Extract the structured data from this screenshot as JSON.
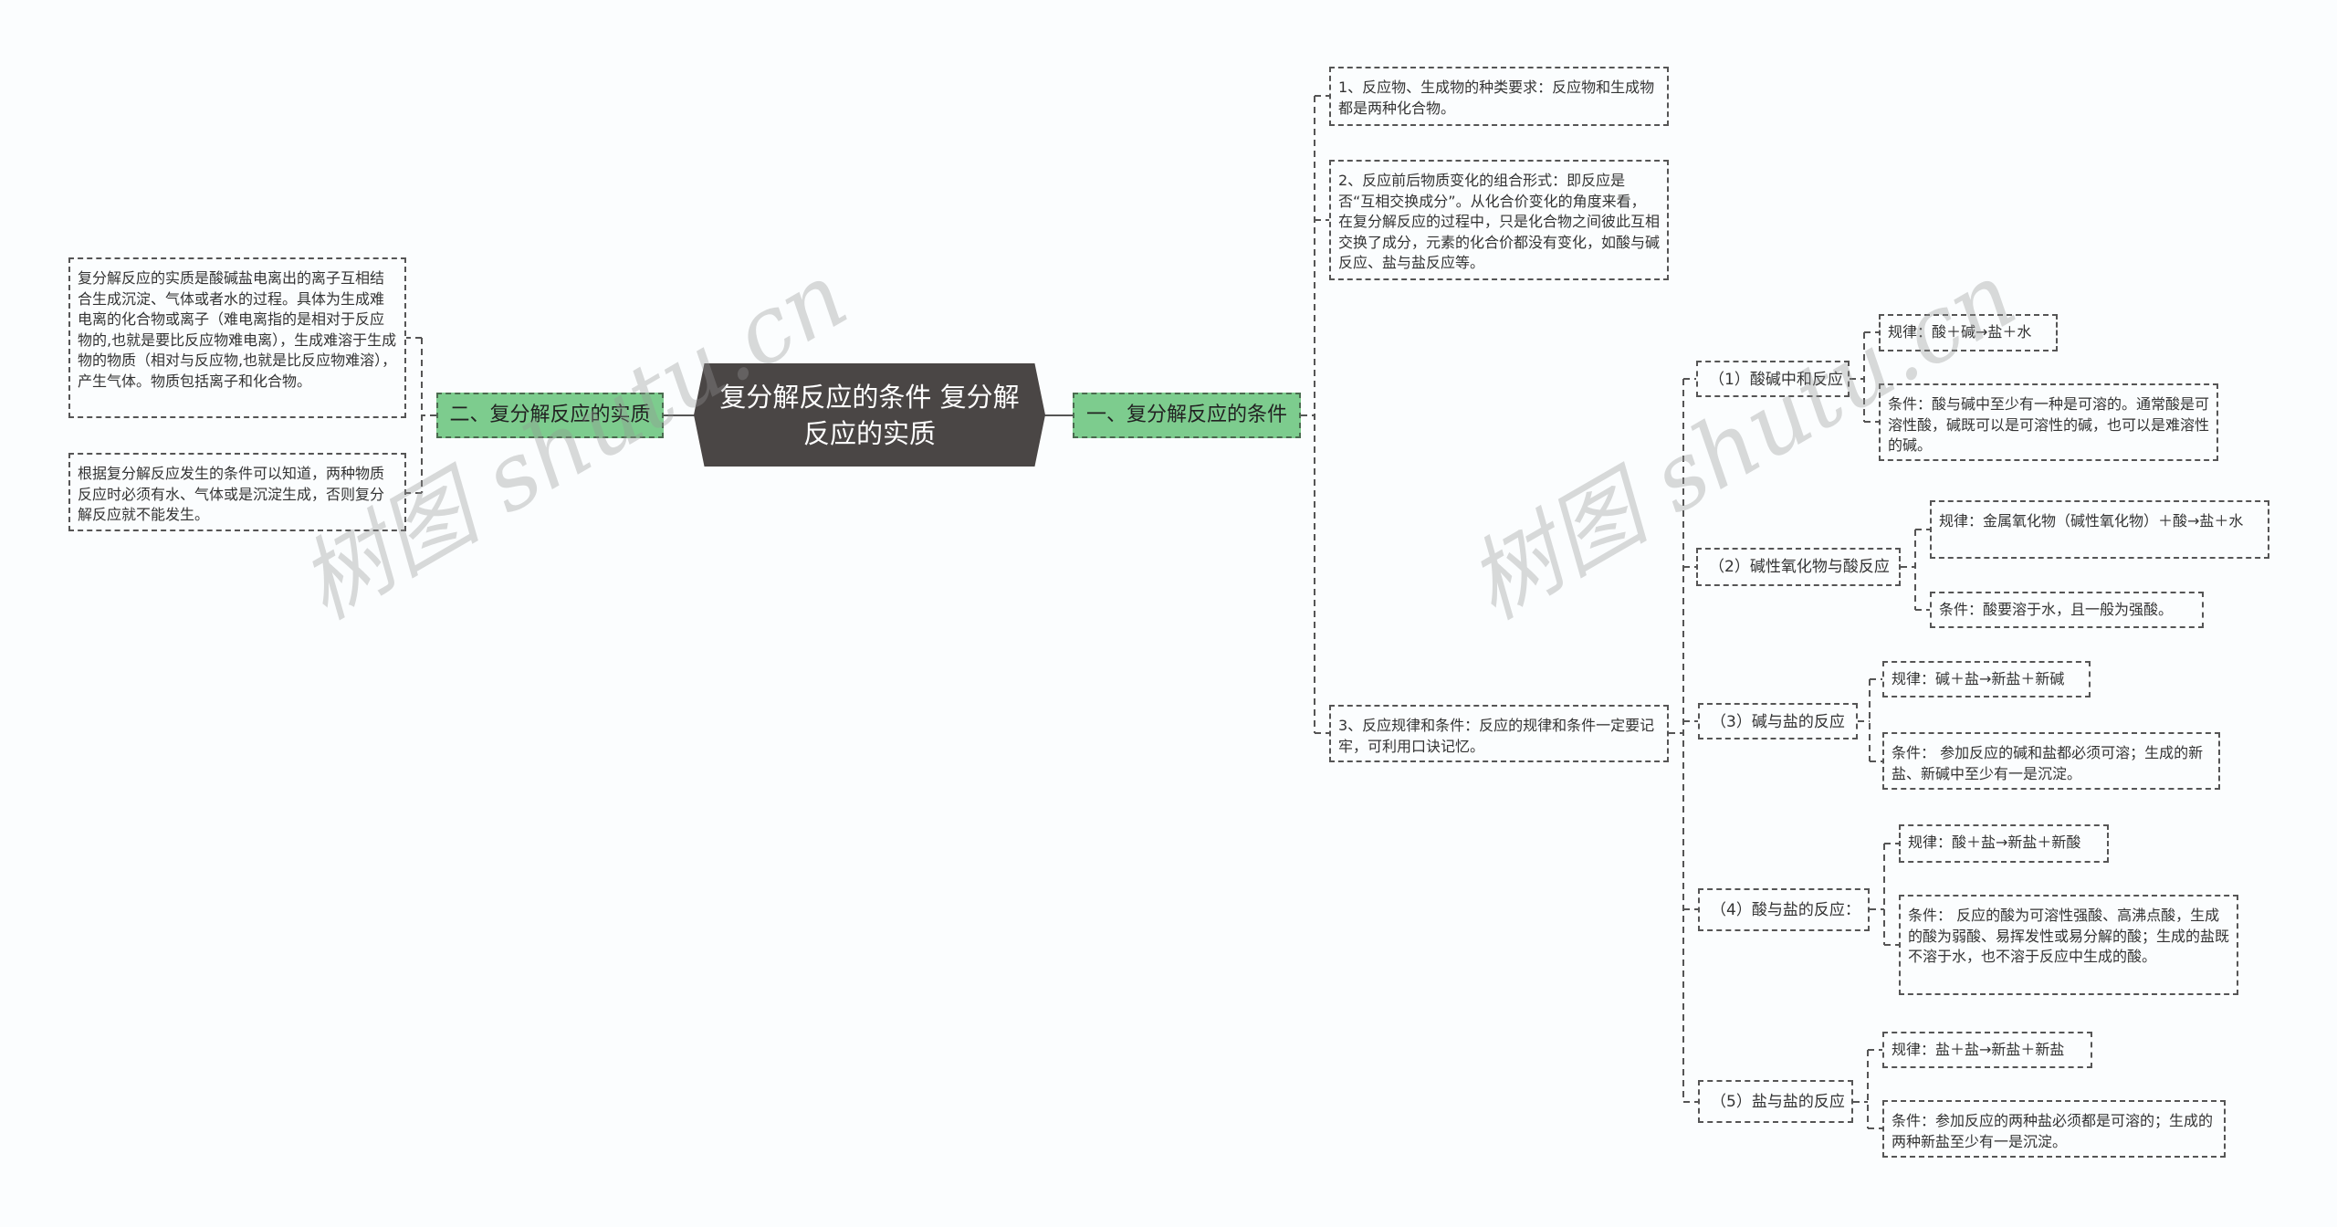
{
  "root": {
    "title": "复分解反应的条件 复分解反应的实质"
  },
  "left_branch": {
    "label": "二、复分解反应的实质",
    "items": [
      "复分解反应的实质是酸碱盐电离出的离子互相结合生成沉淀、气体或者水的过程。具体为生成难电离的化合物或离子（难电离指的是相对于反应物的,也就是要比反应物难电离），生成难溶于生成物的物质（相对与反应物,也就是比反应物难溶），产生气体。物质包括离子和化合物。",
      "根据复分解反应发生的条件可以知道，两种物质反应时必须有水、气体或是沉淀生成，否则复分解反应就不能发生。"
    ]
  },
  "right_branch": {
    "label": "一、复分解反应的条件",
    "items": [
      "1、反应物、生成物的种类要求：反应物和生成物都是两种化合物。",
      "2、反应前后物质变化的组合形式：即反应是否“互相交换成分”。从化合价变化的角度来看，在复分解反应的过程中，只是化合物之间彼此互相交换了成分，元素的化合价都没有变化，如酸与碱反应、盐与盐反应等。",
      "3、反应规律和条件：反应的规律和条件一定要记牢，可利用口诀记忆。"
    ],
    "reactions": [
      {
        "label": "（1）酸碱中和反应",
        "rule": "规律：酸＋碱→盐＋水",
        "condition": "条件：酸与碱中至少有一种是可溶的。通常酸是可溶性酸，碱既可以是可溶性的碱，也可以是难溶性的碱。"
      },
      {
        "label": "（2）碱性氧化物与酸反应",
        "rule": "规律：金属氧化物（碱性氧化物）＋酸→盐＋水",
        "condition": "条件：酸要溶于水，且一般为强酸。"
      },
      {
        "label": "（3）碱与盐的反应",
        "rule": "规律：碱＋盐→新盐＋新碱",
        "condition": "条件： 参加反应的碱和盐都必须可溶；生成的新盐、新碱中至少有一是沉淀。"
      },
      {
        "label": "（4）酸与盐的反应：",
        "rule": "规律：酸＋盐→新盐＋新酸",
        "condition": "条件： 反应的酸为可溶性强酸、高沸点酸，生成的酸为弱酸、易挥发性或易分解的酸；生成的盐既不溶于水，也不溶于反应中生成的酸。"
      },
      {
        "label": "（5）盐与盐的反应",
        "rule": "规律：盐＋盐→新盐＋新盐",
        "condition": "条件：参加反应的两种盐必须都是可溶的；生成的两种新盐至少有一是沉淀。"
      }
    ]
  },
  "watermark": {
    "text": "树图 shutu.cn"
  },
  "colors": {
    "root_bg": "#4a4645",
    "branch_bg": "#7dcc8e",
    "background": "#fbfdfe",
    "line": "#555555"
  }
}
